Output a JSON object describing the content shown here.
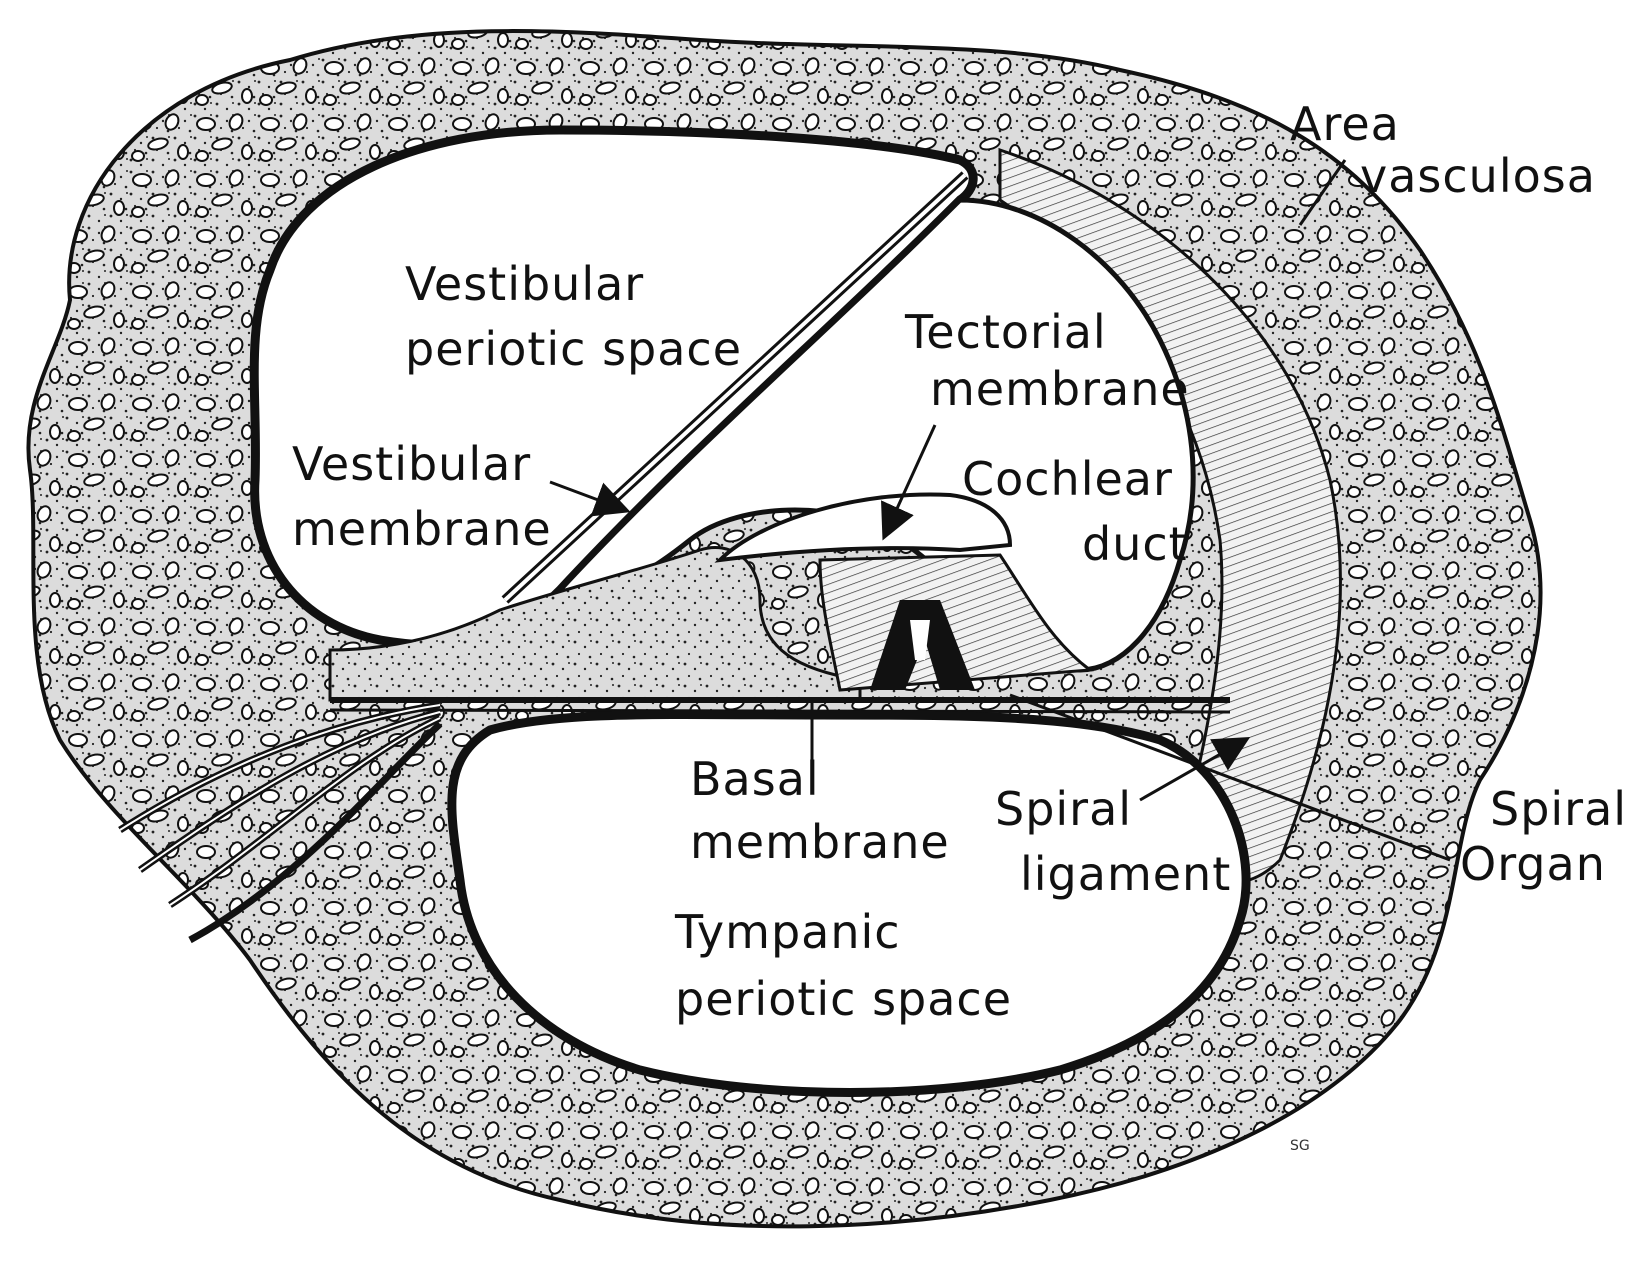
{
  "labels": {
    "area_vasculosa": [
      "Area",
      "vasculosa"
    ],
    "vestibular_periotic_space": [
      "Vestibular",
      "periotic space"
    ],
    "tectorial_membrane": [
      "Tectorial",
      "membrane"
    ],
    "vestibular_membrane": [
      "Vestibular",
      "membrane"
    ],
    "cochlear_duct": [
      "Cochlear",
      "duct"
    ],
    "basal_membrane": [
      "Basal",
      "membrane"
    ],
    "spiral_ligament": [
      "Spiral",
      "ligament"
    ],
    "spiral_organ": [
      "Spiral",
      "Organ"
    ],
    "tympanic_periotic_space": [
      "Tympanic",
      "periotic space"
    ]
  },
  "signature": "SG",
  "colors": {
    "ink": "#111111",
    "bone_fill": "#d9d9d9",
    "background": "#ffffff"
  }
}
